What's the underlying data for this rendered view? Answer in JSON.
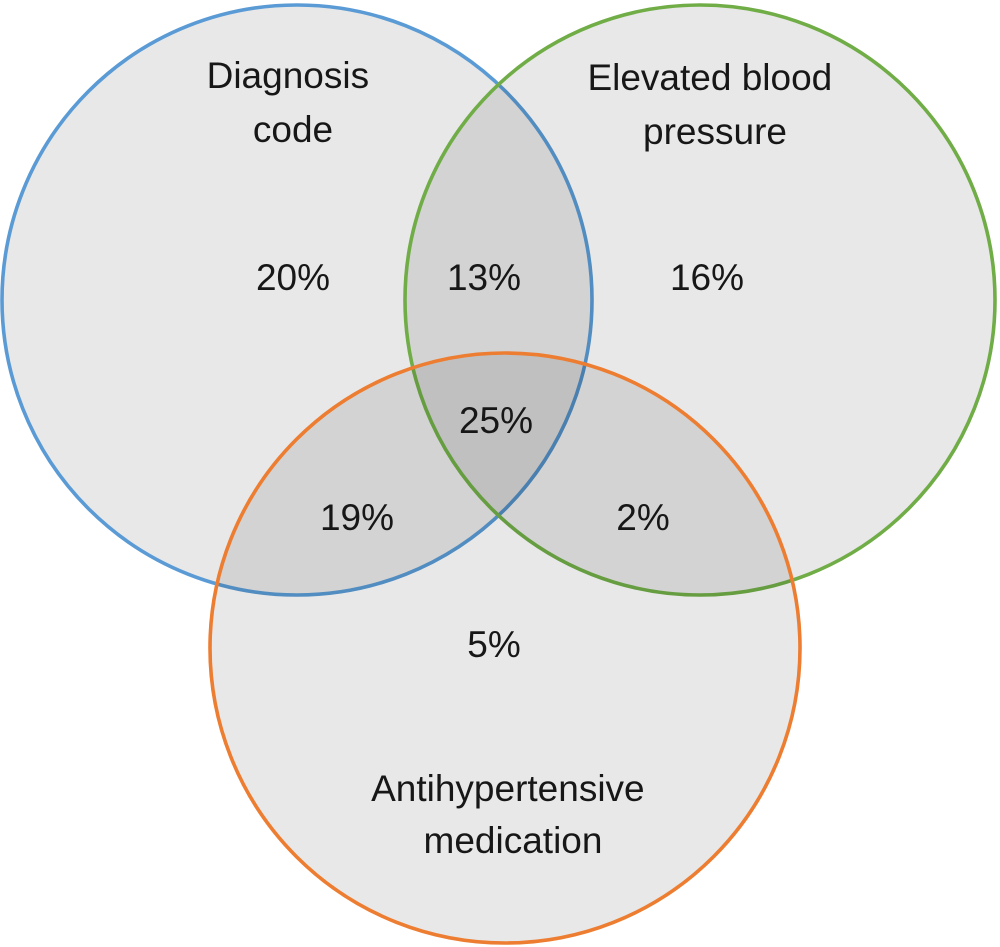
{
  "chart_data": {
    "type": "venn",
    "title": "",
    "sets": [
      {
        "id": "diagnosis",
        "label": "Diagnosis code",
        "label_lines": [
          "Diagnosis",
          "code"
        ],
        "color": "#5b9bd5",
        "exclusive_value": "20%"
      },
      {
        "id": "elevated-bp",
        "label": "Elevated blood pressure",
        "label_lines": [
          "Elevated blood",
          "pressure"
        ],
        "color": "#70ad47",
        "exclusive_value": "16%"
      },
      {
        "id": "medication",
        "label": "Antihypertensive medication",
        "label_lines": [
          "Antihypertensive",
          "medication"
        ],
        "color": "#ed7d31",
        "exclusive_value": "5%"
      }
    ],
    "regions": {
      "diagnosis_only": "20%",
      "diagnosis_and_bp": "13%",
      "bp_only": "16%",
      "all_three": "25%",
      "diagnosis_and_medication": "19%",
      "bp_and_medication": "2%",
      "medication_only": "5%"
    },
    "colors": {
      "diagnosis_stroke": "#5b9bd5",
      "bp_stroke": "#70ad47",
      "medication_stroke": "#ed7d31",
      "text": "#171717",
      "background": "#ffffff"
    }
  }
}
